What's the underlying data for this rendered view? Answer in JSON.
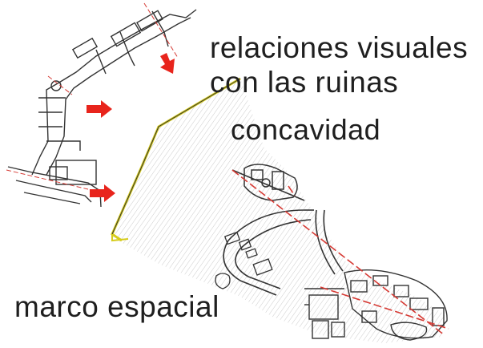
{
  "labels": {
    "visual_relations_line1": "relaciones visuales",
    "visual_relations_line2": "con las ruinas",
    "concavity": "concavidad",
    "spatial_frame": "marco espacial"
  },
  "colors": {
    "ink": "#1f1f1f",
    "arrow": "#e8241c",
    "axis": "#d63a34",
    "edge_highlight": "#d6cc1a"
  },
  "icons": [
    "arrow-right-icon",
    "arrow-down-icon"
  ]
}
